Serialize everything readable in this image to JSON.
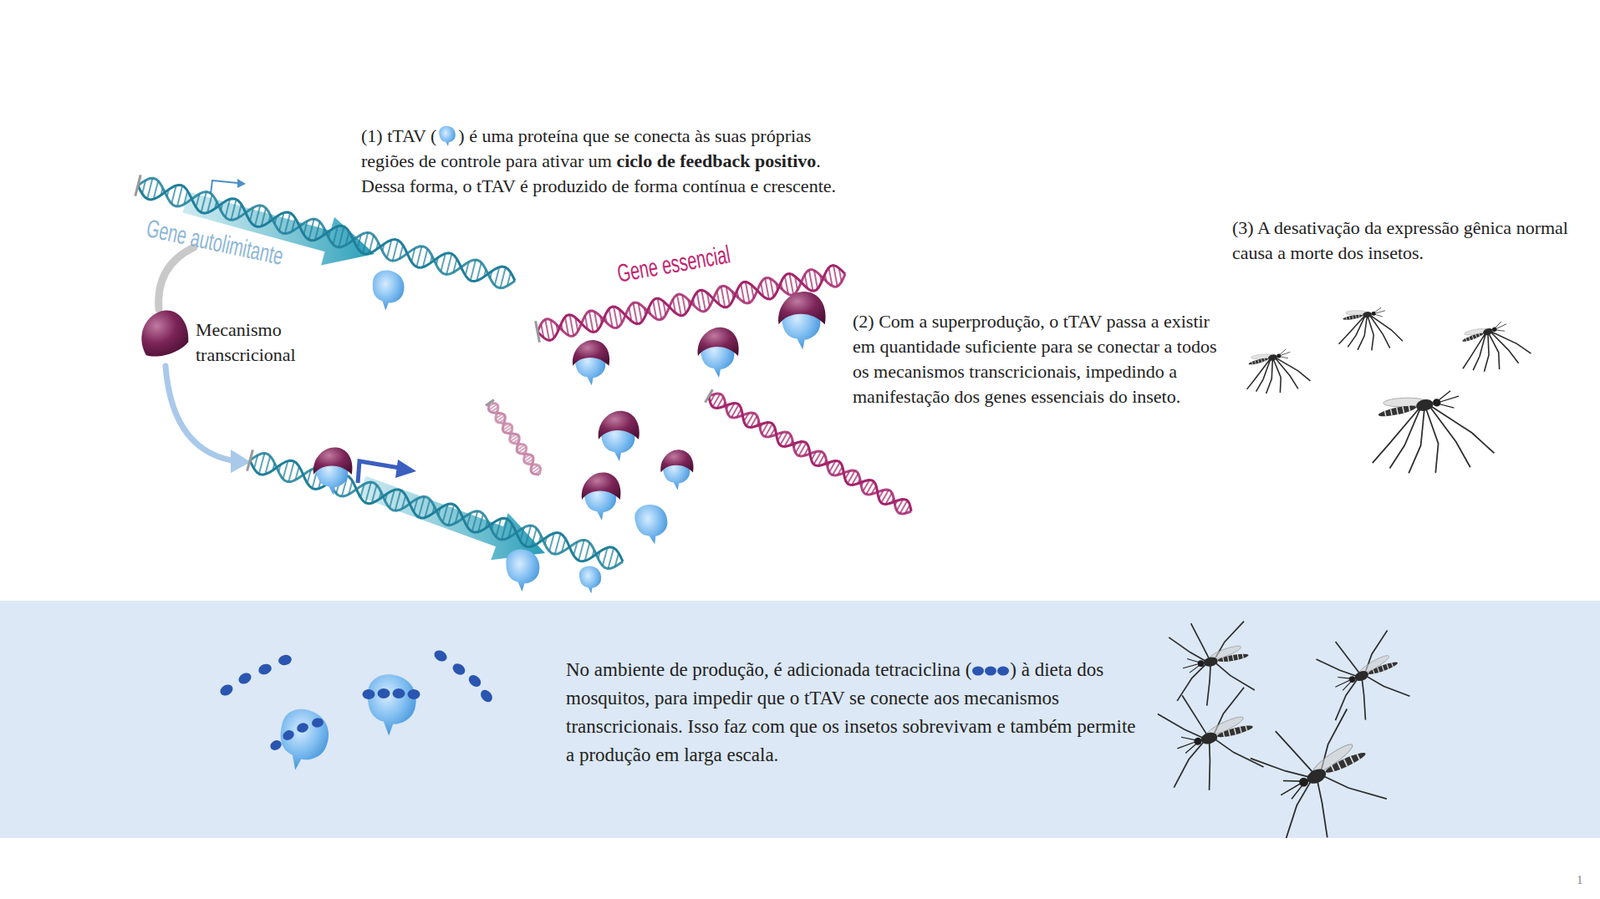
{
  "diagram": {
    "nodes": [
      {
        "text": [
          "No ambiente de produção, é adicionada tetraciclina (",
          ") à dieta dos mosquitos, para impedir que o tTAV se conecte aos mecanismos transcricionais. Isso faz com que os insetos sobrevivam e também permite a produção em larga escala."
        ]
      }
    ],
    "labels": [
      "(1) tTAV (",
      ") é uma proteína que se conecta às suas próprias regiões de controle para ativar um",
      "ciclo de feedback positivo",
      ". Dessa forma, o tTAV é produzido de forma contínua e crescente.",
      "Gene autolimitante",
      "Mecanismo transcricional",
      "Gene essencial",
      "(2) Com a superprodução, o tTAV passa a existir em quantidade suficiente para se conectar a todos os mecanismos transcricionais, impedindo a manifestação dos genes essenciais do inseto.",
      "(3) A desativação da expressão gênica normal causa a morte dos insetos.",
      "1"
    ]
  }
}
